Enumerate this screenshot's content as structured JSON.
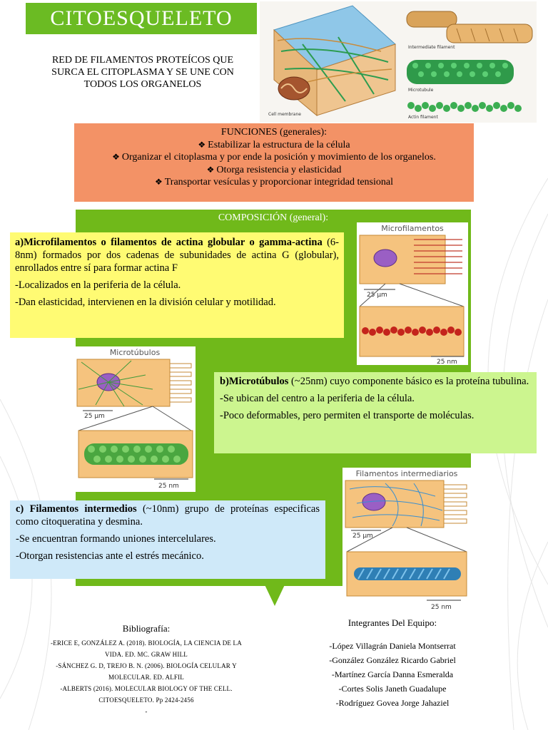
{
  "header": {
    "title": "CITOESQUELETO",
    "subtitle": "RED DE FILAMENTOS PROTEÍCOS QUE SURCA EL CITOPLASMA Y SE UNE CON TODOS LOS ORGANELOS"
  },
  "top_figure": {
    "labels": [
      "Intermediate filament",
      "Microtubule",
      "Actin filament",
      "Cell membrane"
    ]
  },
  "funciones": {
    "heading": "FUNCIONES (generales):",
    "items": [
      "Estabilizar la estructura de la célula",
      "Organizar el citoplasma y por ende la posición y movimiento de los organelos.",
      "Otorga resistencia y elasticidad",
      "Transportar vesículas y proporcionar integridad tensional"
    ]
  },
  "composicion": {
    "heading": "COMPOSICIÓN (general):",
    "a": {
      "bold": "a)Microfilamentos o filamentos de actina globular o gamma-actina",
      "rest": " (6-8nm) formados por dos cadenas de subunidades de actina G (globular), enrollados entre sí para formar actina F",
      "p2": "-Localizados en la periferia de la célula.",
      "p3": "-Dan elasticidad, intervienen en la división celular y motilidad."
    },
    "b": {
      "bold": "b)Microtúbulos",
      "rest": " (~25nm) cuyo componente básico es la proteína tubulina.",
      "p2": "-Se ubican del centro a la periferia de la célula.",
      "p3": "-Poco deformables, pero permiten el transporte de moléculas."
    },
    "c": {
      "bold": "c) Filamentos intermedios",
      "rest": " (~10nm) grupo de proteínas especificas como citoqueratina y desmina.",
      "p2": "-Se encuentran formando uniones intercelulares.",
      "p3": "-Otorgan resistencias ante el estrés mecánico."
    }
  },
  "figures": {
    "micro": {
      "title": "Microfilamentos",
      "scale_top": "25 μm",
      "scale_bottom": "25 nm"
    },
    "tub": {
      "title": "Microtúbulos",
      "scale_top": "25 μm",
      "scale_bottom": "25 nm"
    },
    "inter": {
      "title": "Filamentos intermediarios",
      "scale_top": "25 μm",
      "scale_bottom": "25 nm"
    }
  },
  "bibliografia": {
    "heading": "Bibliografía:",
    "entries": [
      "-ERICE E, GONZÁLEZ A. (2018). BIOLOGÍA, LA CIENCIA DE LA",
      "VIDA. ED. MC. GRAW HILL",
      "-SÁNCHEZ G. D, TREJO B. N. (2006). BIOLOGÍA CELULAR Y",
      "MOLECULAR. ED. ALFIL",
      "-ALBERTS (2016). MOLECULAR BIOLOGY OF THE CELL.",
      "CITOESQUELETO. Pp 2424-2456",
      "-"
    ]
  },
  "equipo": {
    "heading": "Integrantes Del Equipo:",
    "members": [
      "-López Villagrán Daniela Montserrat",
      "-González González Ricardo Gabriel",
      "-Martínez García Danna Esmeralda",
      "-Cortes Solis Janeth Guadalupe",
      "-Rodríguez Govea Jorge Jahaziel"
    ]
  },
  "colors": {
    "title_bg": "#6bbb23",
    "funciones_bg": "#f39266",
    "panel_green": "#70b91a",
    "box_a": "#fffb73",
    "box_b": "#ccf58f",
    "box_c": "#cfe9f9"
  }
}
